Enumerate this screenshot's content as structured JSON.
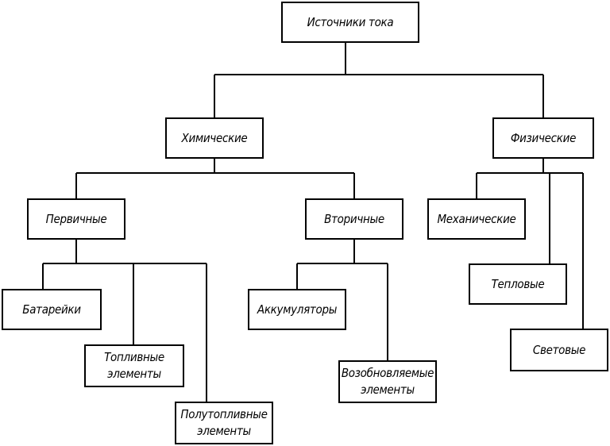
{
  "diagram": {
    "root": {
      "label": "Источники тока"
    },
    "chemical": {
      "label": "Химические"
    },
    "physical": {
      "label": "Физические"
    },
    "primary": {
      "label": "Первичные"
    },
    "secondary": {
      "label": "Вторичные"
    },
    "batteries": {
      "label": "Батарейки"
    },
    "fuel_cells": {
      "line1": "Топливные",
      "line2": "элементы"
    },
    "semi_fuel_cells": {
      "line1": "Полутопливные",
      "line2": "элементы"
    },
    "accumulators": {
      "label": "Аккумуляторы"
    },
    "renewable_cells": {
      "line1": "Возобновляемые",
      "line2": "элементы"
    },
    "mechanical": {
      "label": "Механические"
    },
    "thermal": {
      "label": "Тепловые"
    },
    "light": {
      "label": "Световые"
    }
  },
  "colors": {
    "stroke": "#000000",
    "background": "#ffffff"
  }
}
